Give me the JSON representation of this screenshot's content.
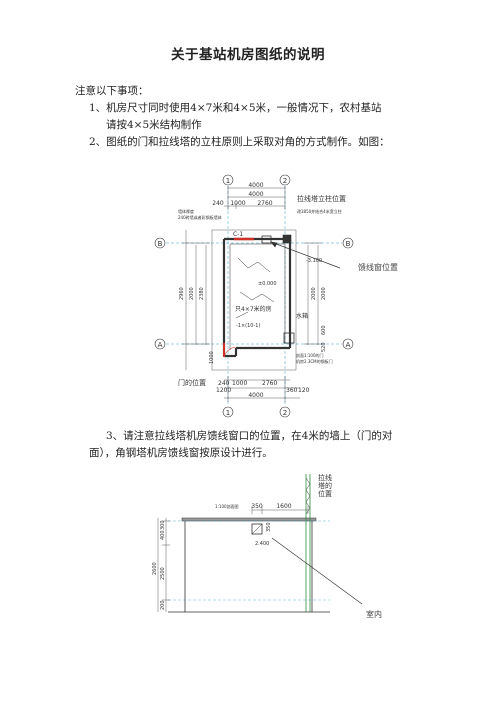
{
  "title": "关于基站机房图纸的说明",
  "intro": "注意以下事项：",
  "items": [
    "1、机房尺寸同时使用4×7米和4×5米，一般情况下，农村基站",
    "请按4×5米结构制作",
    "2、图纸的门和拉线塔的立柱原则上采取对角的方式制作。如图：",
    "3、请注意拉线塔机房馈线窗口的位置，在4米的墙上（门的对",
    "面），角钢塔机房馈线窗按原设计进行。"
  ],
  "captions": {
    "feeder_window": "馈线窗位置",
    "indoor": "室内"
  },
  "plan": {
    "axes": {
      "col1": "1",
      "col2": "2",
      "rowA": "A",
      "rowB": "B"
    },
    "top_dims": [
      "4000",
      "4000",
      "240",
      "1000",
      "2760"
    ],
    "tower_label": "拉线塔立柱位置",
    "right_note": "改3850并结合4米宽立柱",
    "left_note_1": "墙体厚度",
    "left_note_2": "240砖墙或者彩钢板墙体",
    "c1": "C-1",
    "level_window": "-3.100",
    "level_floor": "±0.000",
    "room_size": "只4×7米的房",
    "wall_size": "-1×(10-1)",
    "water_label": "水箱",
    "left_dims": [
      "2960",
      "2000",
      "2380",
      "1000"
    ],
    "right_dims": [
      "2000",
      "2000",
      "600",
      "520"
    ],
    "bottom_dims": [
      "240",
      "1000",
      "2760",
      "1200",
      "360",
      "120",
      "4000"
    ],
    "door_label": "门的位置",
    "door_note": "剖面1:100的门",
    "door_note_2": "机房2.3CM的钢板门"
  },
  "section": {
    "tower_label": [
      "拉线",
      "塔的",
      "位置"
    ],
    "top_dims": [
      "350",
      "1600"
    ],
    "win_dim": "350",
    "level": "2.400",
    "left_dims": [
      "400",
      "300",
      "2500",
      "2600",
      "200"
    ],
    "top_left": "1:100剖面图"
  },
  "colors": {
    "line": "#333333",
    "cyan": "#3aa0c8",
    "red": "#d0302a",
    "green": "#2f8f3f"
  }
}
